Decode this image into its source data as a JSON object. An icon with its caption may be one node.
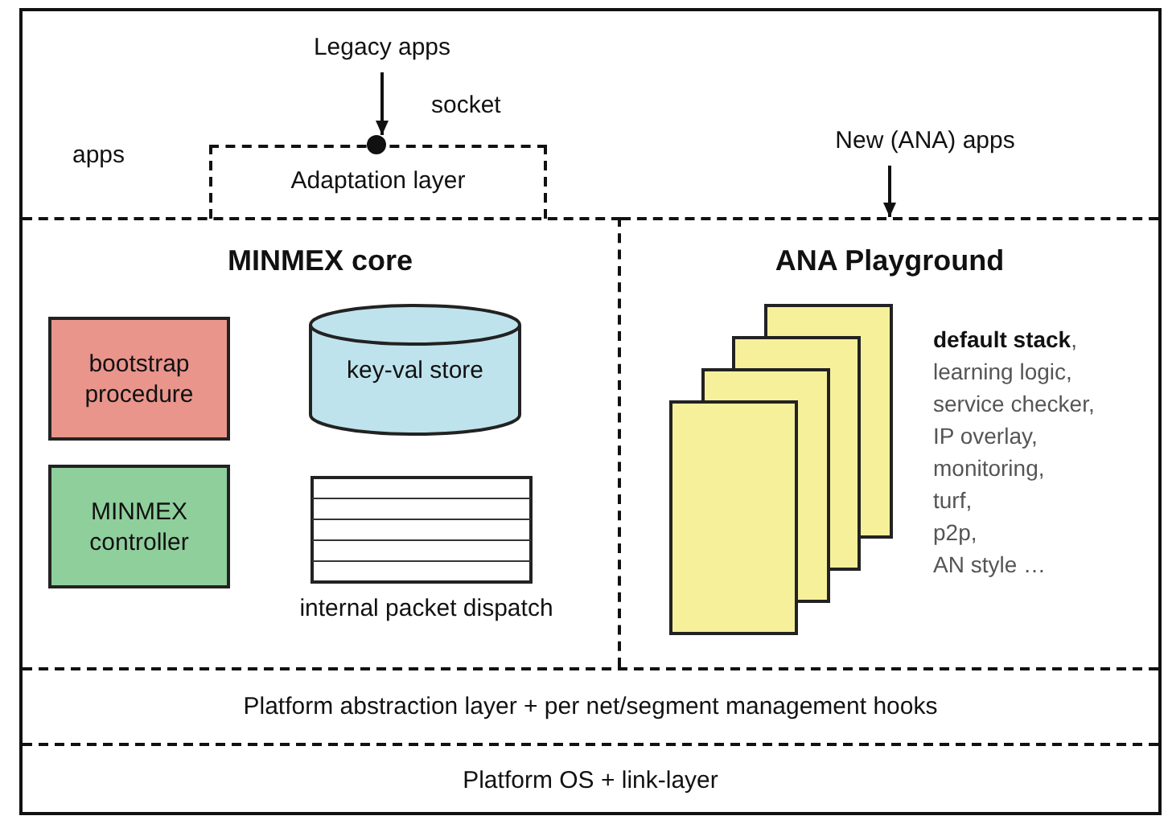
{
  "diagram": {
    "nodes": [
      {
        "text": [
          "Legacy apps"
        ]
      },
      {
        "text": [],
        "shape": "circle"
      },
      {
        "text": [
          "Adaptation layer"
        ]
      },
      {
        "text": [
          "New (ANA) apps"
        ]
      },
      {
        "text": [
          "MINMEX core"
        ]
      },
      {
        "text": [
          "bootstrap procedure"
        ],
        "in": 4
      },
      {
        "text": [
          "key-val store"
        ],
        "in": 4
      },
      {
        "text": [
          "MINMEX controller"
        ],
        "in": 4
      },
      {
        "text": [
          "internal packet dispatch"
        ],
        "in": 4
      },
      {
        "text": [
          "ANA Playground"
        ]
      },
      {
        "text": [],
        "shape": "box",
        "in": 9
      },
      {
        "text": [],
        "shape": "box",
        "in": 9
      },
      {
        "text": [],
        "shape": "box",
        "in": 9
      },
      {
        "text": [],
        "shape": "box",
        "in": 9
      },
      {
        "text": [
          "Platform abstraction layer + per net/segment management hooks"
        ]
      },
      {
        "text": [
          "Platform OS + link-layer"
        ]
      }
    ],
    "edges": [
      {
        "from": 0,
        "to": 1,
        "arrow": "to"
      },
      {
        "from": 3,
        "to": 9,
        "arrow": "to"
      }
    ],
    "labels": [
      "socket",
      "apps",
      "**default stack**, learning logic, service checker, IP overlay, monitoring, turf, p2p, AN style …"
    ]
  }
}
